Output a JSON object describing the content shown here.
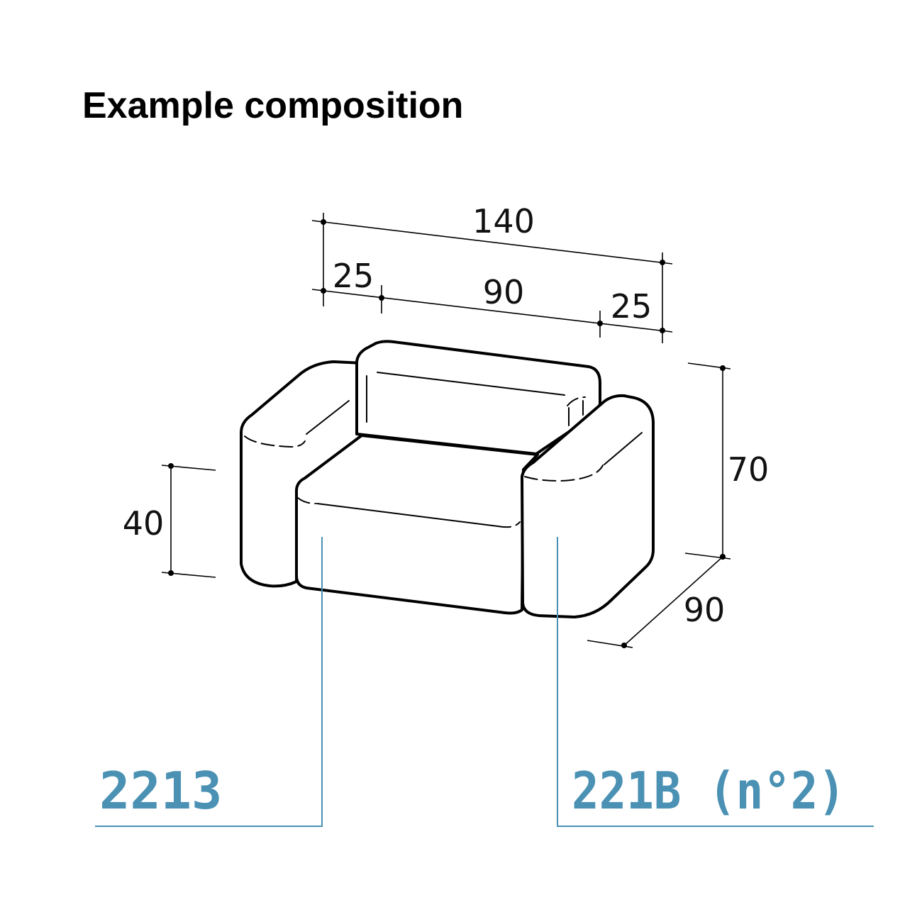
{
  "title": "Example composition",
  "dimensions": {
    "total_width": "140",
    "left_armrest_width": "25",
    "seat_width": "90",
    "right_armrest_width": "25",
    "height": "70",
    "depth": "90",
    "seat_height": "40"
  },
  "codes": {
    "seat_module": "2213",
    "armrest_module": "221B (n°2)"
  },
  "colors": {
    "outline": "#000000",
    "code": "#4a91b4"
  }
}
